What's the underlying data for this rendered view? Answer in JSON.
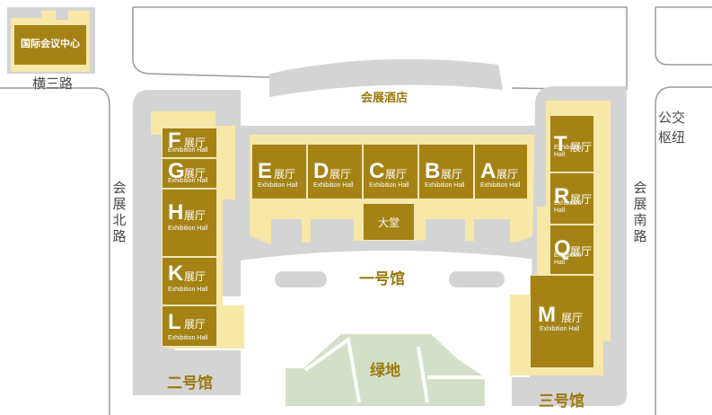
{
  "colors": {
    "hall_fill": "#a58214",
    "building_fill": "#f8e8a8",
    "road_gray": "#d4d4d4",
    "green": "#d3dfc6",
    "label_gold": "#9a7a10"
  },
  "landmarks": {
    "conference_center": "国际会议中心",
    "hotel": "会展酒店",
    "lobby": "大堂",
    "green_space": "绿地",
    "hall1": "一号馆",
    "hall2": "二号馆",
    "hall3": "三号馆"
  },
  "roads": {
    "hengsan": "横三路",
    "north": "会展北路",
    "south": "会展南路",
    "bus_hub": "公交枢纽"
  },
  "halls": [
    {
      "letter": "F",
      "word": "展厅",
      "sub": "Exhibition Hall"
    },
    {
      "letter": "G",
      "word": "展厅",
      "sub": "Exhibition Hall"
    },
    {
      "letter": "H",
      "word": "展厅",
      "sub": "Exhibition Hall"
    },
    {
      "letter": "K",
      "word": "展厅",
      "sub": "Exhibition Hall"
    },
    {
      "letter": "L",
      "word": "展厅",
      "sub": "Exhibition Hall"
    },
    {
      "letter": "E",
      "word": "展厅",
      "sub": "Exhibition Hall"
    },
    {
      "letter": "D",
      "word": "展厅",
      "sub": "Exhibition Hall"
    },
    {
      "letter": "C",
      "word": "展厅",
      "sub": "Exhibition Hall"
    },
    {
      "letter": "B",
      "word": "展厅",
      "sub": "Exhibition Hall"
    },
    {
      "letter": "A",
      "word": "展厅",
      "sub": "Exhibition Hall"
    },
    {
      "letter": "T",
      "word": "展厅",
      "sub": "Exhibition Hall"
    },
    {
      "letter": "R",
      "word": "展厅",
      "sub": "Exhibition Hall"
    },
    {
      "letter": "Q",
      "word": "展厅",
      "sub": "Exhibition Hall"
    },
    {
      "letter": "M",
      "word": "展厅",
      "sub": "Exhibition Hall"
    }
  ]
}
